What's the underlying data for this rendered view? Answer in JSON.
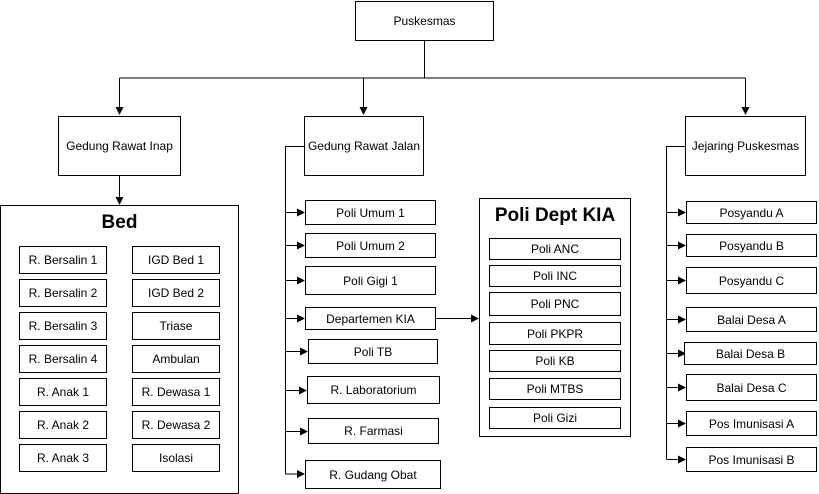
{
  "root": {
    "label": "Puskesmas"
  },
  "branches": {
    "rawat_inap": {
      "label": "Gedung Rawat Inap"
    },
    "rawat_jalan": {
      "label": "Gedung Rawat Jalan"
    },
    "jejaring": {
      "label": "Jejaring Puskesmas"
    }
  },
  "bed": {
    "title": "Bed",
    "left": [
      "R. Bersalin 1",
      "R. Bersalin 2",
      "R. Bersalin 3",
      "R. Bersalin 4",
      "R. Anak 1",
      "R. Anak 2",
      "R. Anak 3"
    ],
    "right": [
      "IGD Bed 1",
      "IGD Bed 2",
      "Triase",
      "Ambulan",
      "R. Dewasa 1",
      "R. Dewasa 2",
      "Isolasi"
    ]
  },
  "rawat_jalan_items": [
    "Poli Umum 1",
    "Poli Umum 2",
    "Poli Gigi 1",
    "Departemen KIA",
    "Poli TB",
    "R. Laboratorium",
    "R. Farmasi",
    "R. Gudang Obat"
  ],
  "kia": {
    "title": "Poli Dept KIA",
    "items": [
      "Poli ANC",
      "Poli INC",
      "Poli PNC",
      "Poli PKPR",
      "Poli KB",
      "Poli MTBS",
      "Poli Gizi"
    ]
  },
  "jejaring_items": [
    "Posyandu A",
    "Posyandu B",
    "Posyandu C",
    "Balai Desa A",
    "Balai Desa B",
    "Balai Desa C",
    "Pos Imunisasi A",
    "Pos Imunisasi B"
  ]
}
